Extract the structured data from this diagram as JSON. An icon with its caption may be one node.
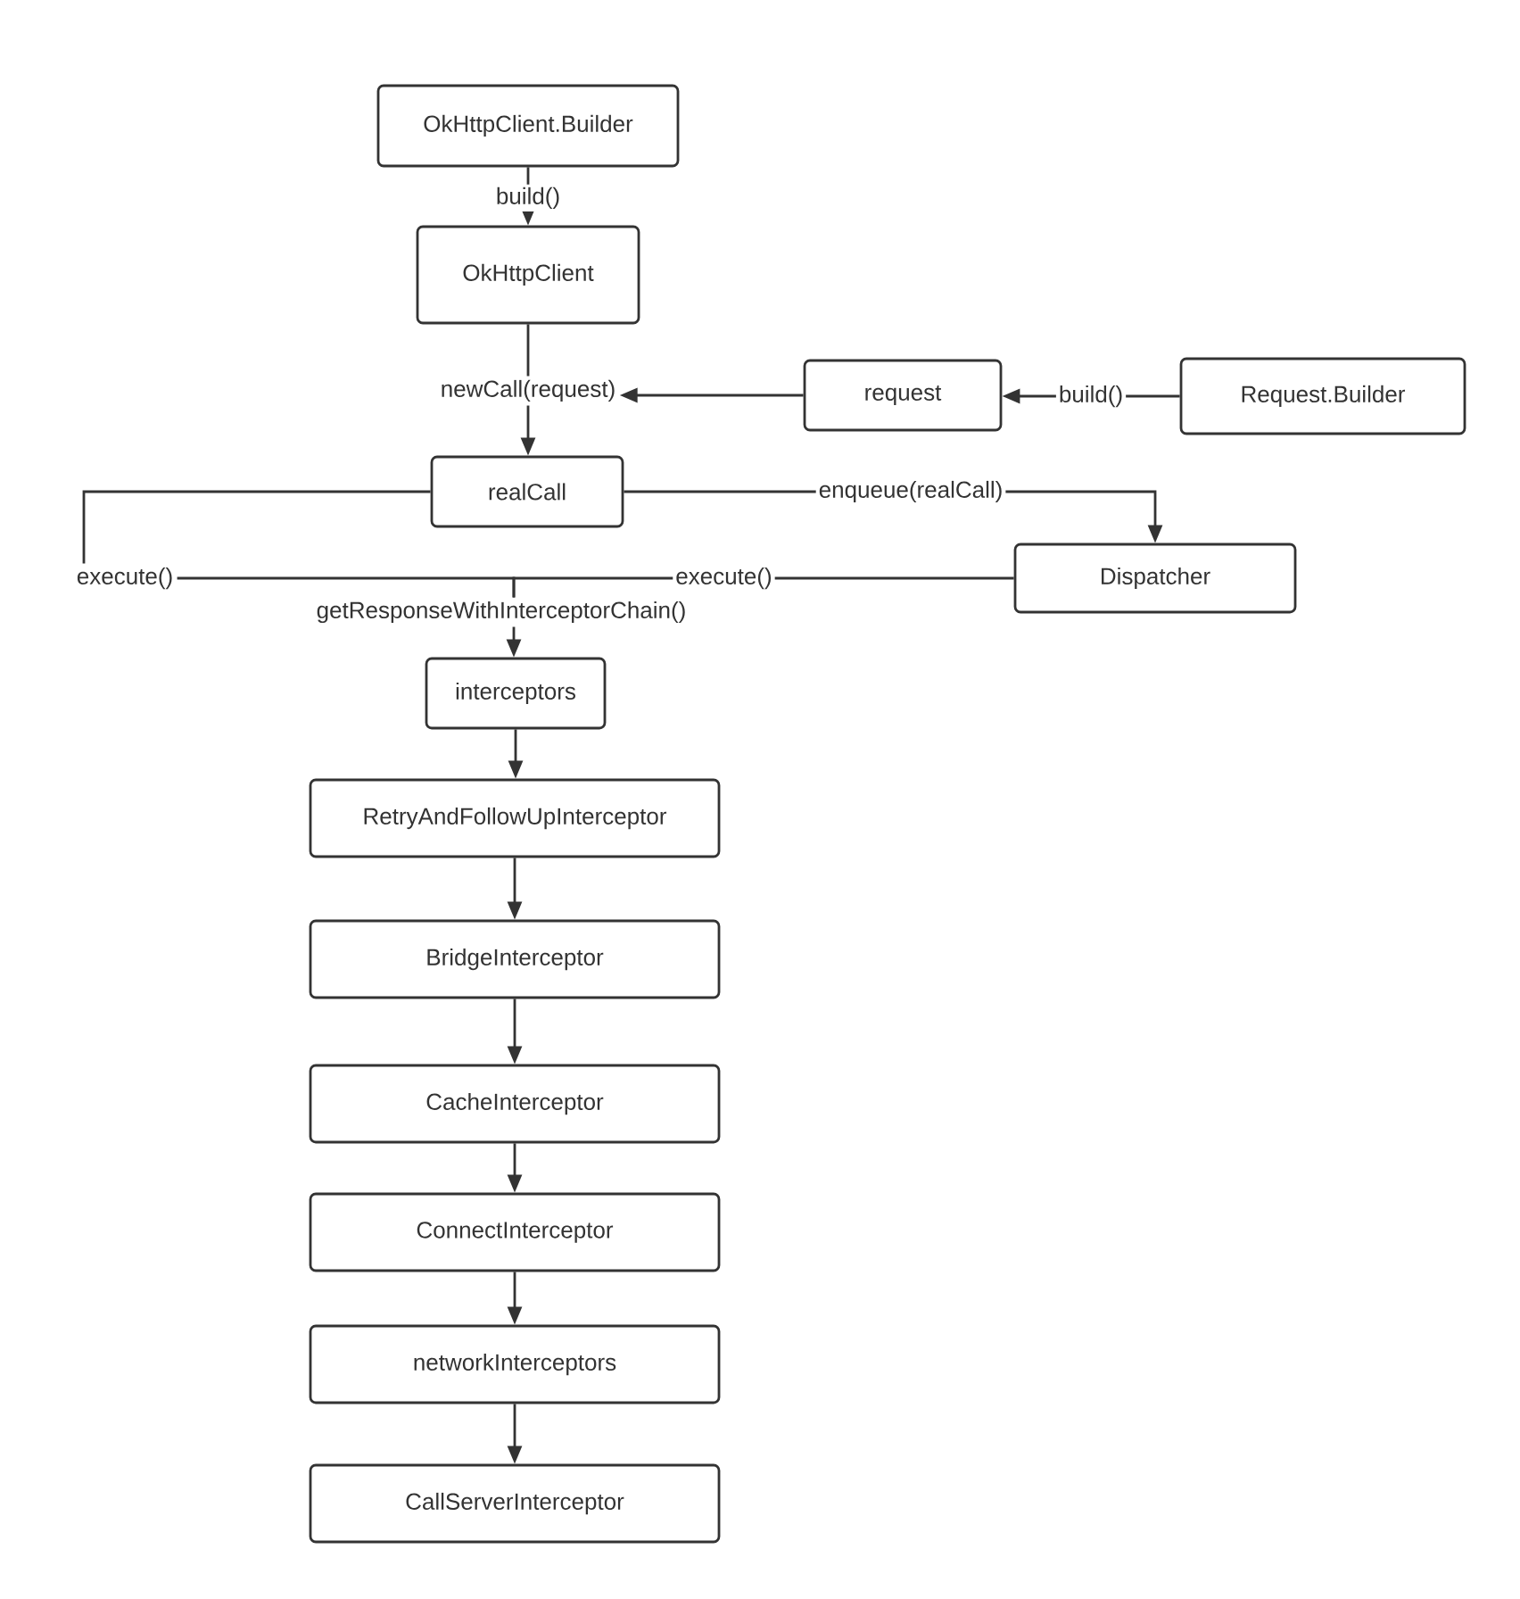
{
  "diagram": {
    "nodes": [
      {
        "text": [
          "OkHttpClient.Builder"
        ]
      },
      {
        "text": [
          "OkHttpClient"
        ]
      },
      {
        "text": [
          "newCall(request)"
        ]
      },
      {
        "text": [
          "request"
        ]
      },
      {
        "text": [
          "Request.Builder"
        ]
      },
      {
        "text": [
          "realCall"
        ]
      },
      {
        "text": [
          "execute()"
        ]
      },
      {
        "text": [
          "Dispatcher"
        ]
      },
      {
        "text": [
          "getResponseWithInterceptorChain()"
        ]
      },
      {
        "text": [
          "interceptors"
        ]
      },
      {
        "text": [
          "RetryAndFollowUpInterceptor"
        ]
      },
      {
        "text": [
          "BridgeInterceptor"
        ]
      },
      {
        "text": [
          "CacheInterceptor"
        ]
      },
      {
        "text": [
          "ConnectInterceptor"
        ]
      },
      {
        "text": [
          "networkInterceptors"
        ]
      },
      {
        "text": [
          "CallServerInterceptor"
        ]
      }
    ],
    "edges": [
      {
        "from": 0,
        "to": 1,
        "arrow": "to",
        "label": "build()"
      },
      {
        "from": 1,
        "to": 2,
        "arrow": "none"
      },
      {
        "from": 2,
        "to": 5,
        "arrow": "to"
      },
      {
        "from": 3,
        "to": 2,
        "arrow": "to"
      },
      {
        "from": 4,
        "to": 3,
        "arrow": "to",
        "label": "build()"
      },
      {
        "from": 5,
        "to": 6,
        "arrow": "none"
      },
      {
        "from": 5,
        "to": 7,
        "arrow": "to",
        "label": "enqueue(realCall)"
      },
      {
        "from": 6,
        "to": 8,
        "arrow": "none"
      },
      {
        "from": 7,
        "to": 8,
        "arrow": "none",
        "label": "execute()"
      },
      {
        "from": 8,
        "to": 9,
        "arrow": "to"
      },
      {
        "from": 9,
        "to": 10,
        "arrow": "to"
      },
      {
        "from": 10,
        "to": 11,
        "arrow": "to"
      },
      {
        "from": 11,
        "to": 12,
        "arrow": "to"
      },
      {
        "from": 12,
        "to": 13,
        "arrow": "to"
      },
      {
        "from": 13,
        "to": 14,
        "arrow": "to"
      },
      {
        "from": 14,
        "to": 15,
        "arrow": "to"
      }
    ]
  }
}
